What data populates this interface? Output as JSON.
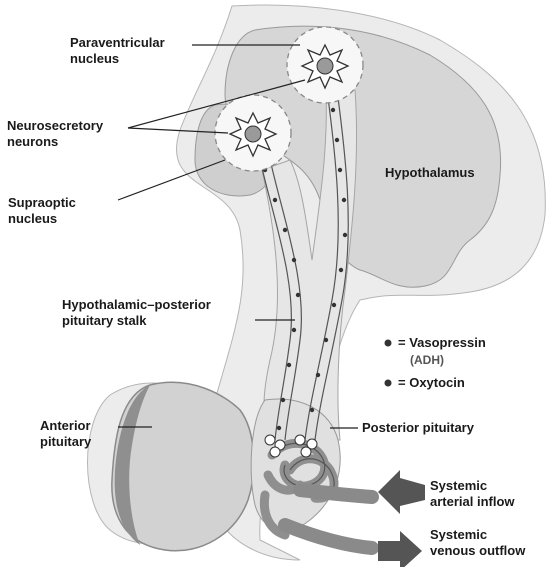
{
  "labels": {
    "paraventricular": "Paraventricular\nnucleus",
    "neurosecretory": "Neurosecretory\nneurons",
    "supraoptic": "Supraoptic\nnucleus",
    "hypothalamus": "Hypothalamus",
    "stalk": "Hypothalamic–posterior\npituitary stalk",
    "anterior": "Anterior\npituitary",
    "posterior": "Posterior pituitary",
    "arterial": "Systemic\narterial inflow",
    "venous": "Systemic\nvenous outflow"
  },
  "legend": {
    "vasopressin": "= Vasopressin",
    "adh": "(ADH)",
    "oxytocin": "= Oxytocin"
  },
  "colors": {
    "brain_tissue": "#d9d9d9",
    "light_tissue": "#ececec",
    "dark_edge": "#8a8a8a",
    "vessel": "#9a9a9a",
    "line": "#222222"
  }
}
